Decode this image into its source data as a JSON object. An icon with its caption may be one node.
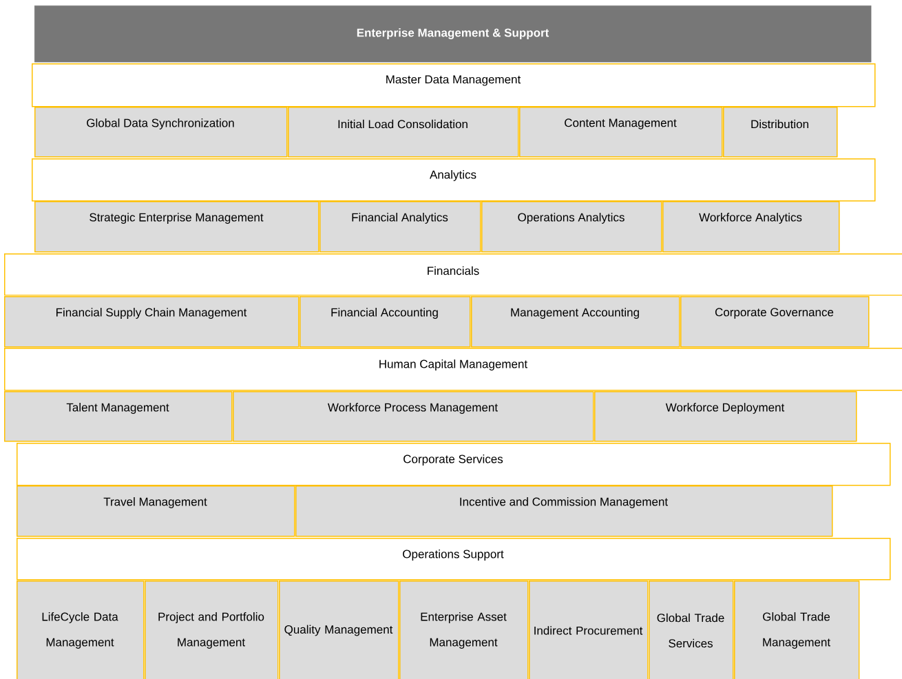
{
  "diagram": {
    "nodes": [
      {
        "text": [
          "Enterprise Management & Support"
        ]
      },
      {
        "text": [
          "Master Data Management"
        ]
      },
      {
        "text": [
          "Global Data Synchronization"
        ]
      },
      {
        "text": [
          "Initial Load Consolidation"
        ]
      },
      {
        "text": [
          "Content Management"
        ]
      },
      {
        "text": [
          "Distribution"
        ]
      },
      {
        "text": [
          "Analytics"
        ]
      },
      {
        "text": [
          "Strategic Enterprise Management"
        ]
      },
      {
        "text": [
          "Financial Analytics"
        ]
      },
      {
        "text": [
          "Operations Analytics"
        ]
      },
      {
        "text": [
          "Workforce Analytics"
        ]
      },
      {
        "text": [
          "Financials"
        ]
      },
      {
        "text": [
          "Financial Supply Chain Management"
        ]
      },
      {
        "text": [
          "Financial Accounting"
        ]
      },
      {
        "text": [
          "Management Accounting"
        ]
      },
      {
        "text": [
          "Corporate Governance"
        ]
      },
      {
        "text": [
          "Human Capital Management"
        ]
      },
      {
        "text": [
          "Talent Management"
        ]
      },
      {
        "text": [
          "Workforce Process Management"
        ]
      },
      {
        "text": [
          "Workforce Deployment"
        ]
      },
      {
        "text": [
          "Corporate Services"
        ]
      },
      {
        "text": [
          "Travel Management"
        ]
      },
      {
        "text": [
          "Incentive and Commission Management"
        ]
      },
      {
        "text": [
          "Operations Support"
        ]
      },
      {
        "text": [
          "LifeCycle Data Management"
        ]
      },
      {
        "text": [
          "Project and Portfolio Management"
        ]
      },
      {
        "text": [
          "Quality Management"
        ]
      },
      {
        "text": [
          "Enterprise Asset Management"
        ]
      },
      {
        "text": [
          "Indirect Procurement"
        ]
      },
      {
        "text": [
          "Global Trade Services"
        ]
      },
      {
        "text": [
          "Global Trade Management"
        ]
      }
    ]
  }
}
